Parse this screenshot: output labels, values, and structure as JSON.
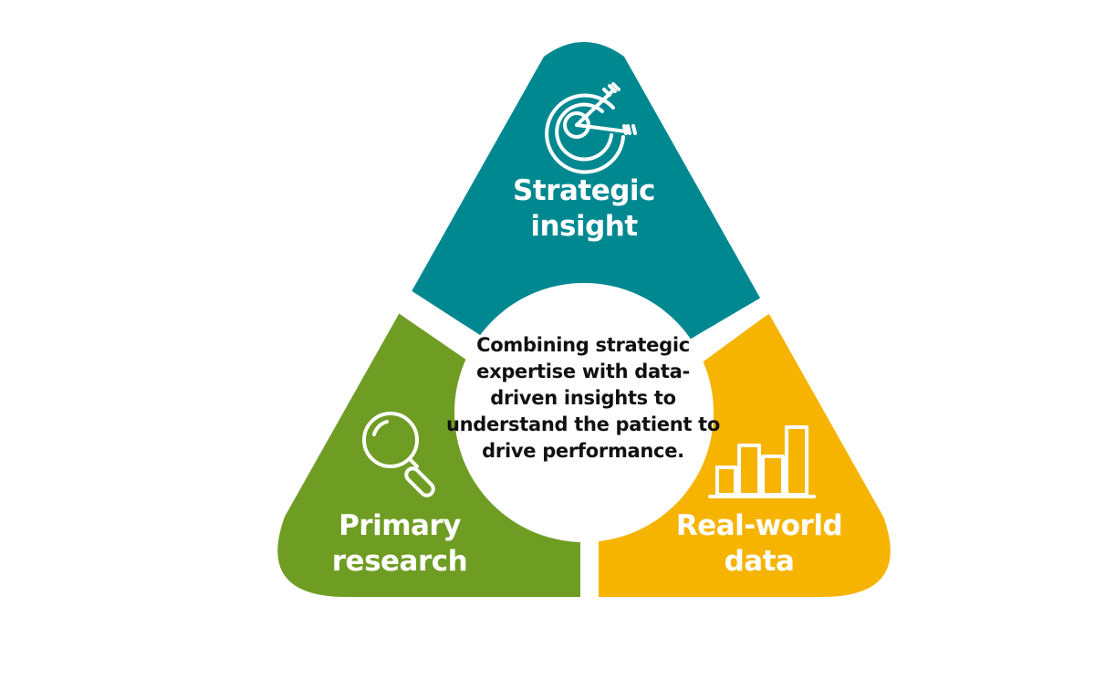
{
  "segments": {
    "top": {
      "line1": "Strategic",
      "line2": "insight",
      "color": "#008891",
      "icon": "target-arrow-icon"
    },
    "left": {
      "line1": "Primary",
      "line2": "research",
      "color": "#6f9d24",
      "icon": "magnifier-icon"
    },
    "right": {
      "line1": "Real-world",
      "line2": "data",
      "color": "#f6b400",
      "icon": "bar-chart-icon"
    }
  },
  "center": {
    "text": "Combining strategic expertise with data-driven insights to understand the patient to drive performance.",
    "color": "#ffffff"
  },
  "background": "#ffffff"
}
